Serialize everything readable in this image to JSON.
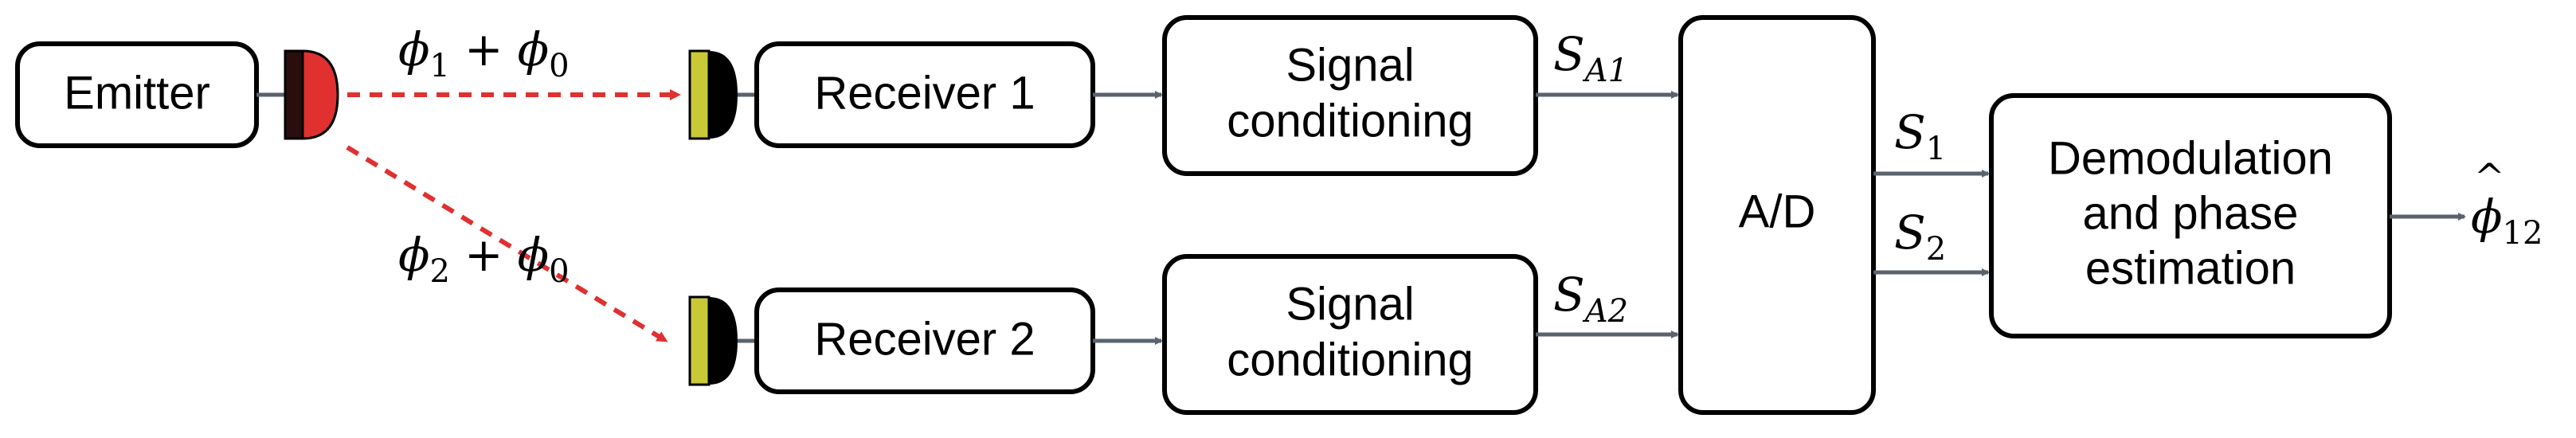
{
  "emitter": {
    "label": "Emitter"
  },
  "beams": {
    "upper": {
      "phi": "ϕ",
      "sub": "1",
      "op": "+",
      "phi0": "ϕ",
      "sub0": "0"
    },
    "lower": {
      "phi": "ϕ",
      "sub": "2",
      "op": "+",
      "phi0": "ϕ",
      "sub0": "0"
    }
  },
  "receivers": [
    {
      "label": "Receiver 1"
    },
    {
      "label": "Receiver 2"
    }
  ],
  "conditioning": [
    {
      "line1": "Signal",
      "line2": "conditioning"
    },
    {
      "line1": "Signal",
      "line2": "conditioning"
    }
  ],
  "signals": {
    "sa1": {
      "base": "S",
      "sub": "A1"
    },
    "sa2": {
      "base": "S",
      "sub": "A2"
    },
    "s1": {
      "base": "S",
      "sub": "1"
    },
    "s2": {
      "base": "S",
      "sub": "2"
    }
  },
  "adc": {
    "label": "A/D"
  },
  "demod": {
    "line1": "Demodulation",
    "line2": "and phase",
    "line3": "estimation"
  },
  "output": {
    "hat": "^",
    "phi": "ϕ",
    "sub": "12"
  },
  "colors": {
    "beam": "#e03030",
    "connector": "#5a636d",
    "detector_face": "#c9c938",
    "emitter_lens": "#e03030"
  }
}
